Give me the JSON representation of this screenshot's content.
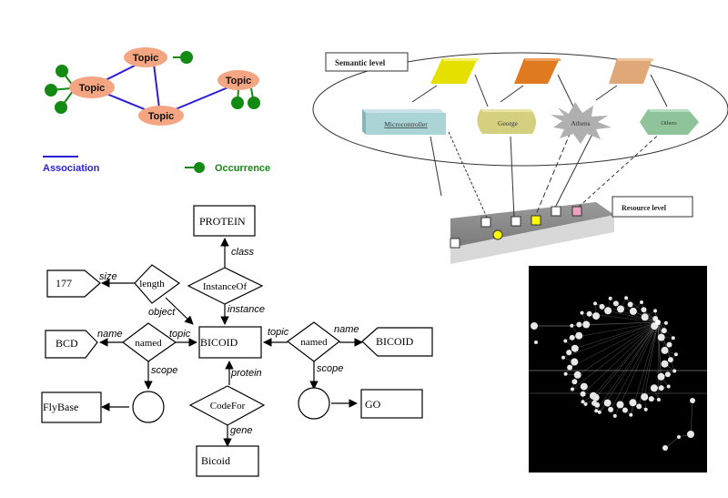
{
  "topic_map": {
    "topics": [
      "Topic",
      "Topic",
      "Topic",
      "Topic"
    ],
    "legend": {
      "association_label": "Association",
      "occurrence_label": "Occurrence"
    },
    "colors": {
      "topic_fill": "#f4a582",
      "association": "#2b1fd6",
      "occurrence": "#138a13"
    }
  },
  "semantic_diagram": {
    "semantic_level_label": "Semantic level",
    "resource_level_label": "Resource level",
    "concepts": [
      {
        "label": "Microcontroller",
        "color": "#aad4d6"
      },
      {
        "label": "George",
        "color": "#d4d080"
      },
      {
        "label": "Athens",
        "color": "#b0b0b0"
      },
      {
        "label": "Others",
        "color": "#8fc49a"
      }
    ],
    "classes": [
      {
        "color": "#e6e000"
      },
      {
        "color": "#e07a20"
      },
      {
        "color": "#e0a878"
      }
    ],
    "resource_colors": [
      "#ffffff",
      "#ffff00",
      "#ffffff",
      "#ffff00",
      "#ffffff",
      "#f0a0c0"
    ]
  },
  "bicoid_graph": {
    "nodes": {
      "protein": "PROTEIN",
      "instanceof": "InstanceOf",
      "length": "length",
      "n177": "177",
      "bicoid_center": "BICOID",
      "named_left": "named",
      "bcd": "BCD",
      "flybase": "FlyBase",
      "codefor": "CodeFor",
      "bicoid_gene": "Bicoid",
      "named_right": "named",
      "bicoid_name": "BICOID",
      "go": "GO"
    },
    "edges": {
      "class": "class",
      "instance": "instance",
      "size": "size",
      "object": "object",
      "name_left": "name",
      "topic_left": "topic",
      "scope_left": "scope",
      "protein": "protein",
      "gene": "gene",
      "topic_right": "topic",
      "name_right": "name",
      "scope_right": "scope"
    }
  },
  "network_visualization": {
    "description": "3D spherical graph visualization",
    "background": "#000000"
  }
}
